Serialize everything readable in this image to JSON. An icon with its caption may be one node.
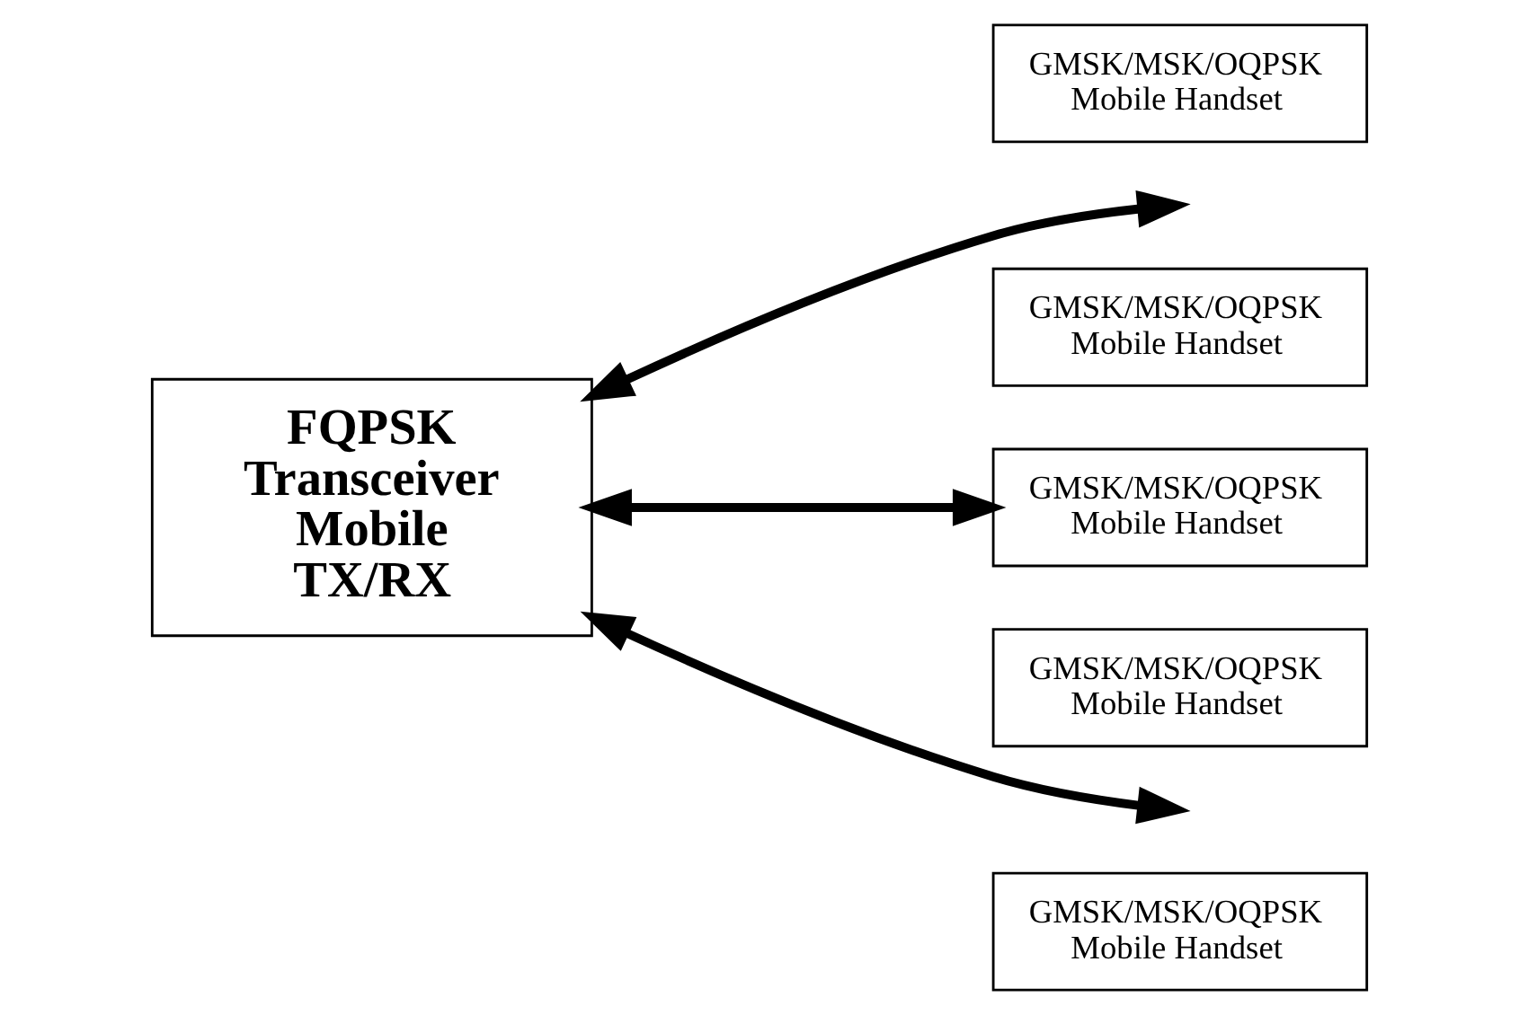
{
  "diagram": {
    "nodes": [
      {
        "text": [
          "FQPSK Transceiver Mobile TX/RX"
        ]
      },
      {
        "text": [
          "GMSK/MSK/OQPSK Mobile Handset"
        ]
      },
      {
        "text": [
          "GMSK/MSK/OQPSK Mobile Handset"
        ]
      },
      {
        "text": [
          "GMSK/MSK/OQPSK Mobile Handset"
        ]
      },
      {
        "text": [
          "GMSK/MSK/OQPSK Mobile Handset"
        ]
      },
      {
        "text": [
          "GMSK/MSK/OQPSK Mobile Handset"
        ]
      }
    ],
    "edges": [
      {
        "from": 0,
        "to": null,
        "arrow": "both"
      },
      {
        "from": 0,
        "to": 3,
        "arrow": "both"
      },
      {
        "from": 0,
        "to": null,
        "arrow": "both"
      }
    ]
  }
}
